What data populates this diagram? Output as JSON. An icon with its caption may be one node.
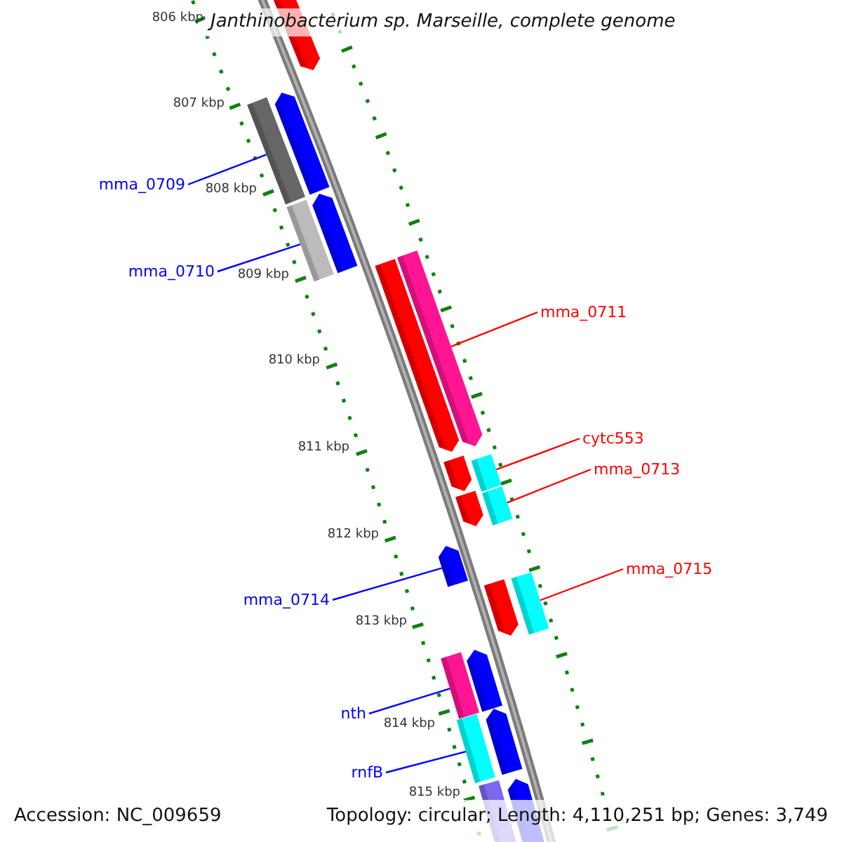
{
  "diagram": {
    "title": "Janthinobacterium sp. Marseille, complete genome",
    "nodes": [
      {
        "text": [
          "mma_0709"
        ]
      },
      {
        "text": [],
        "shape": "box"
      },
      {
        "text": [
          "mma_0710"
        ]
      },
      {
        "text": [],
        "shape": "box"
      },
      {
        "text": [
          "mma_0711"
        ]
      },
      {
        "text": [],
        "shape": "arrow"
      },
      {
        "text": [
          "cytc553"
        ]
      },
      {
        "text": [],
        "shape": "box"
      },
      {
        "text": [
          "mma_0713"
        ]
      },
      {
        "text": [],
        "shape": "box"
      },
      {
        "text": [
          "mma_0714"
        ]
      },
      {
        "text": [],
        "shape": "arrow"
      },
      {
        "text": [
          "mma_0715"
        ]
      },
      {
        "text": [],
        "shape": "box"
      },
      {
        "text": [
          "nth"
        ]
      },
      {
        "text": [],
        "shape": "box"
      },
      {
        "text": [
          "rnfB"
        ]
      },
      {
        "text": [],
        "shape": "box"
      }
    ],
    "edges": [
      {
        "from": 0,
        "to": 1,
        "arrow": "none"
      },
      {
        "from": 2,
        "to": 3,
        "arrow": "none"
      },
      {
        "from": 4,
        "to": 5,
        "arrow": "none",
        "color": "#ff0000"
      },
      {
        "from": 6,
        "to": 7,
        "arrow": "none",
        "color": "#ff0000"
      },
      {
        "from": 8,
        "to": 9,
        "arrow": "none",
        "color": "#ff0000"
      },
      {
        "from": 10,
        "to": 11,
        "arrow": "none"
      },
      {
        "from": 12,
        "to": 13,
        "arrow": "none",
        "color": "#ff0000"
      },
      {
        "from": 14,
        "to": 15,
        "arrow": "none"
      },
      {
        "from": 16,
        "to": 17,
        "arrow": "none"
      }
    ],
    "labels": [
      "806 kbp",
      "807 kbp",
      "808 kbp",
      "809 kbp",
      "810 kbp",
      "811 kbp",
      "812 kbp",
      "813 kbp",
      "814 kbp",
      "815 kbp",
      "Accession: NC_009659",
      "Topology: circular; Length: 4,110,251 bp; Genes: 3,749"
    ]
  }
}
